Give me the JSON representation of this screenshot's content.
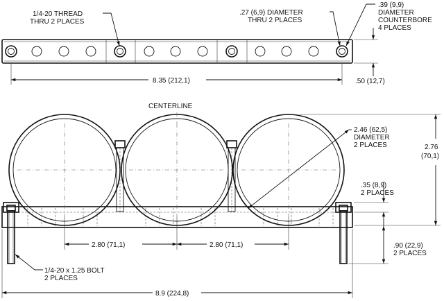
{
  "callouts": {
    "thread": [
      "1/4-20 THREAD",
      "THRU 2 PLACES"
    ],
    "hole_diameter": [
      ".27 (6,9) DIAMETER",
      "THRU 2 PLACES"
    ],
    "counterbore": [
      ".39 (9,9)",
      "DIAMETER",
      "COUNTERBORE",
      "4 PLACES"
    ],
    "centerline": "CENTERLINE",
    "clamp_diameter": [
      "2.46 (62,5)",
      "DIAMETER",
      "2 PLACES"
    ],
    "lip_height": [
      ".35 (8,9)",
      "2 PLACES"
    ],
    "bolt": [
      "1/4-20 x 1.25 BOLT",
      "2 PLACES"
    ],
    "base_height": [
      ".90 (22,9)",
      "2 PLACES"
    ]
  },
  "dimensions": {
    "top_length": "8.35 (212,1)",
    "top_thickness": ".50 (12,7)",
    "overall_height": [
      "2.76",
      "(70,1)"
    ],
    "spacing_left": "2.80 (71,1)",
    "spacing_right": "2.80 (71,1)",
    "overall_length": "8.9 (224,8)"
  }
}
